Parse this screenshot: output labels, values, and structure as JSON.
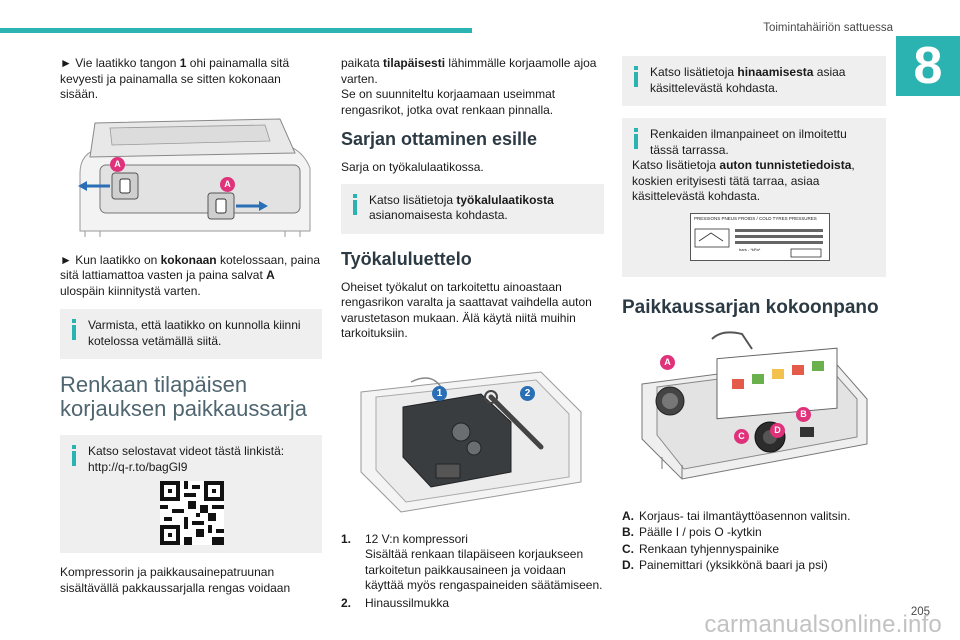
{
  "header": {
    "title": "Toimintahäiriön sattuessa",
    "chapter": "8"
  },
  "col1": {
    "step1": {
      "arrow": "►",
      "a": "Vie laatikko tangon ",
      "b": "1",
      "c": " ohi painamalla sitä kevyesti ja painamalla se sitten kokonaan sisään."
    },
    "fig1_callouts": [
      "A",
      "A"
    ],
    "step2": {
      "arrow": "►",
      "a": "Kun laatikko on ",
      "b": "kokonaan",
      "c": " kotelossaan, paina sitä lattiamattoa vasten ja paina salvat ",
      "d": "A",
      "e": " ulospäin kiinnitystä varten."
    },
    "info1": "Varmista, että laatikko on kunnolla kiinni kotelossa vetämällä siitä.",
    "heading": "Renkaan tilapäisen korjauksen paikkaussarja",
    "info2_line1": "Katso selostavat videot tästä linkistä:",
    "info2_link": "http://q-r.to/bagGl9",
    "para_end": "Kompressorin ja paikkausainepatruunan sisältävällä pakkaussarjalla rengas voidaan"
  },
  "col2": {
    "para1": {
      "a": "paikata ",
      "b": "tilapäisesti",
      "c": " lähimmälle korjaamolle ajoa varten."
    },
    "para2": "Se on suunniteltu korjaamaan useimmat rengasrikot, jotka ovat renkaan pinnalla.",
    "heading1": "Sarjan ottaminen esille",
    "para3": "Sarja on työkalulaatikossa.",
    "info": {
      "a": "Katso lisätietoja ",
      "b": "työkalulaatikosta",
      "c": " asianomaisesta kohdasta."
    },
    "heading2": "Työkaluluettelo",
    "para4": "Oheiset työkalut on tarkoitettu ainoastaan rengasrikon varalta ja saattavat vaihdella auton varustetason mukaan. Älä käytä niitä muihin tarkoituksiin.",
    "fig_callouts": [
      "1",
      "2"
    ],
    "list": [
      {
        "num": "1.",
        "title": "12 V:n kompressori",
        "desc": "Sisältää renkaan tilapäiseen korjaukseen tarkoitetun paikkausaineen ja voidaan käyttää myös rengaspaineiden säätämiseen."
      },
      {
        "num": "2.",
        "title": "Hinaussilmukka",
        "desc": ""
      }
    ]
  },
  "col3": {
    "info1": {
      "a": "Katso lisätietoja ",
      "b": "hinaamisesta",
      "c": " asiaa käsittelevästä kohdasta."
    },
    "info2": {
      "l1": "Renkaiden ilmanpaineet on ilmoitettu tässä tarrassa.",
      "a": "Katso lisätietoja ",
      "b": "auton tunnistetiedoista",
      "c": ", koskien erityisesti tätä tarraa, asiaa käsittelevästä kohdasta."
    },
    "tire_label": {
      "title": "PRESSIONS PNEUS FROIDS / COLD TYRES PRESSURES",
      "unit": "bars - *kPa*"
    },
    "heading": "Paikkaussarjan kokoonpano",
    "fig_callouts": [
      "A",
      "B",
      "C",
      "D"
    ],
    "legend": [
      {
        "k": "A.",
        "v": "Korjaus- tai ilmantäyttöasennon valitsin."
      },
      {
        "k": "B.",
        "v": "Päälle I / pois O -kytkin"
      },
      {
        "k": "C.",
        "v": "Renkaan tyhjennyspainike"
      },
      {
        "k": "D.",
        "v": "Painemittari (yksikkönä baari ja psi)"
      }
    ]
  },
  "footer": {
    "page": "205",
    "watermark": "carmanualsonline.info"
  },
  "colors": {
    "accent": "#2ab3b1",
    "heading": "#4f6670",
    "box": "#efefef",
    "callout_pink": "#e0327a",
    "callout_teal": "#2ab3b1",
    "callout_blue": "#2a6fb5"
  }
}
